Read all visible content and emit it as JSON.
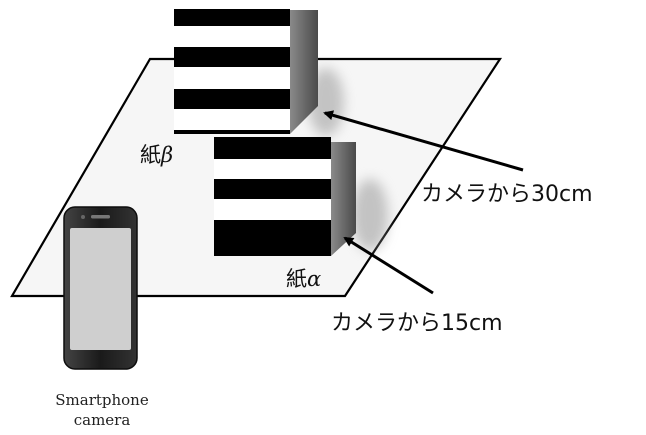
{
  "labels": {
    "paper_beta_prefix": "紙",
    "paper_beta_symbol": "β",
    "paper_alpha_prefix": "紙",
    "paper_alpha_symbol": "α",
    "distance_far": "カメラから30cm",
    "distance_near": "カメラから15cm",
    "camera_line1": "Smartphone",
    "camera_line2": "camera"
  },
  "colors": {
    "table": "#f6f6f6",
    "stripe_dark": "#000000",
    "stripe_light": "#ffffff",
    "card_side": "#6f6f6f",
    "phone_body": "#1f1f1f",
    "phone_screen": "#cfcfcf",
    "arrow": "#000000"
  },
  "icons": {
    "phone": "smartphone-icon",
    "arrows": "arrow-icon"
  }
}
